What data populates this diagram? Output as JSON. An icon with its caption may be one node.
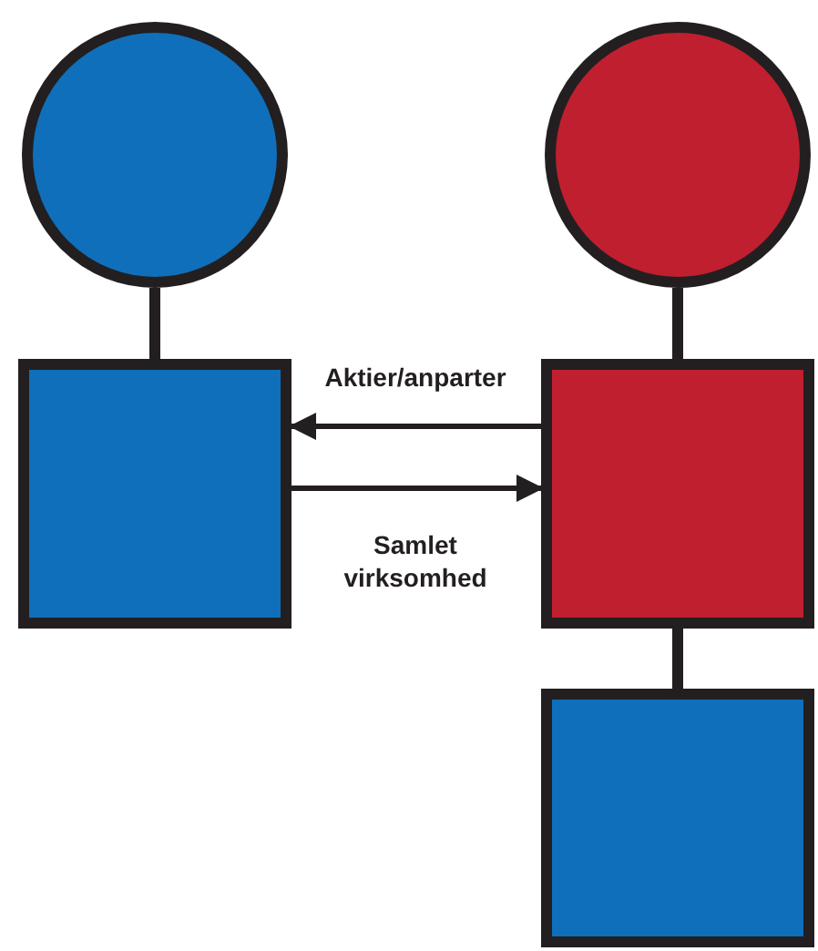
{
  "diagram": {
    "nodes": [
      {
        "text": [],
        "shape": "circle"
      },
      {
        "text": [],
        "shape": "box"
      },
      {
        "text": [],
        "shape": "circle"
      },
      {
        "text": [],
        "shape": "box"
      },
      {
        "text": [],
        "shape": "box"
      }
    ],
    "edges": [
      {
        "from": 0,
        "to": 1,
        "arrow": "none"
      },
      {
        "from": 2,
        "to": 3,
        "arrow": "none"
      },
      {
        "from": 3,
        "to": 4,
        "arrow": "none"
      },
      {
        "from": 3,
        "to": 1,
        "arrow": "to",
        "label": "Aktier/anparter"
      },
      {
        "from": 1,
        "to": 3,
        "arrow": "to",
        "label": "Samlet virksomhed"
      }
    ]
  }
}
